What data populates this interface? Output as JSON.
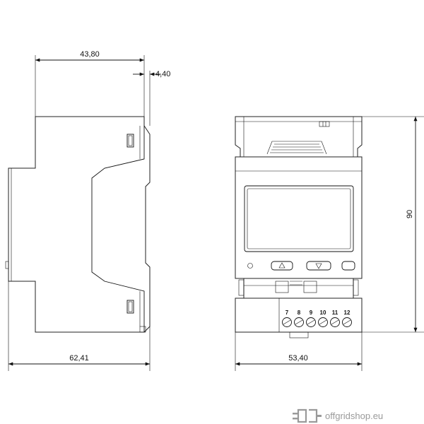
{
  "dimensions": {
    "side_depth": "43,80",
    "front_offset": "4,40",
    "side_overall": "62,41",
    "front_width": "53,40",
    "height": "90"
  },
  "terminals": [
    "7",
    "8",
    "9",
    "10",
    "11",
    "12"
  ],
  "watermark": {
    "text": "offgridshop.eu",
    "icon": "plug-connector-icon"
  },
  "colors": {
    "line": "#111111",
    "watermark": "#9a9a9a"
  }
}
